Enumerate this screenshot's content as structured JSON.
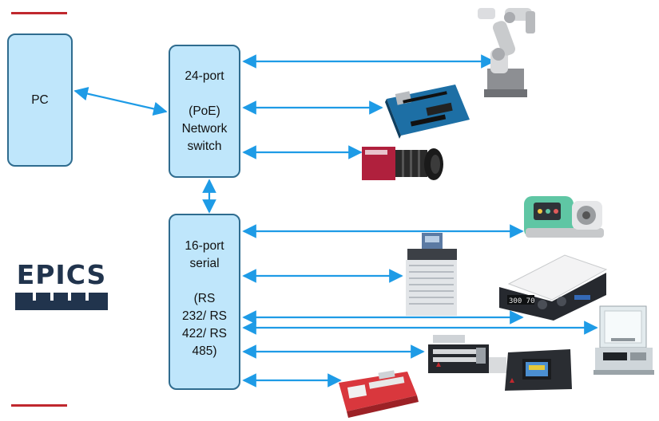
{
  "nodes": {
    "pc": "PC",
    "network_switch": "24-port\n\n(PoE)\nNetwork\nswitch",
    "serial": "16-port\nserial\n\n(RS\n232/ RS\n422/ RS\n485)"
  },
  "logo": {
    "text": "EPICS"
  },
  "devices": [
    {
      "name": "robot-arm",
      "label": ""
    },
    {
      "name": "arduino-board",
      "label": ""
    },
    {
      "name": "industrial-camera",
      "label": ""
    },
    {
      "name": "peristaltic-pump",
      "label": ""
    },
    {
      "name": "thermostat-bath",
      "label": ""
    },
    {
      "name": "hotplate-stirrer",
      "label": ""
    },
    {
      "name": "analytical-balance",
      "label": ""
    },
    {
      "name": "syringe-pump-dual",
      "label": ""
    },
    {
      "name": "pump-controller",
      "label": ""
    },
    {
      "name": "syringe-pump-red",
      "label": ""
    }
  ],
  "colors": {
    "arrow": "#1e9be6",
    "box_fill": "#bfe6fb",
    "box_border": "#2f6c8f",
    "accent": "#c0282e",
    "logo": "#21344d"
  }
}
